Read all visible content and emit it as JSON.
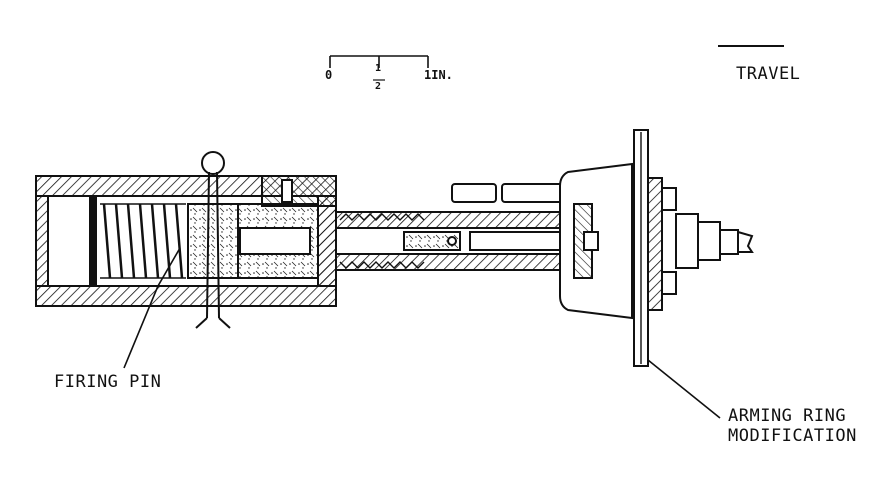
{
  "scale": {
    "zero": "0",
    "half_num": "1",
    "half_den": "2",
    "one_in": "1IN."
  },
  "legend": {
    "travel": "TRAVEL"
  },
  "labels": {
    "firing_pin": "FIRING PIN",
    "arming_ring_line1": "ARMING RING",
    "arming_ring_line2": "MODIFICATION"
  },
  "colors": {
    "ink": "#111111",
    "paper": "#ffffff"
  }
}
